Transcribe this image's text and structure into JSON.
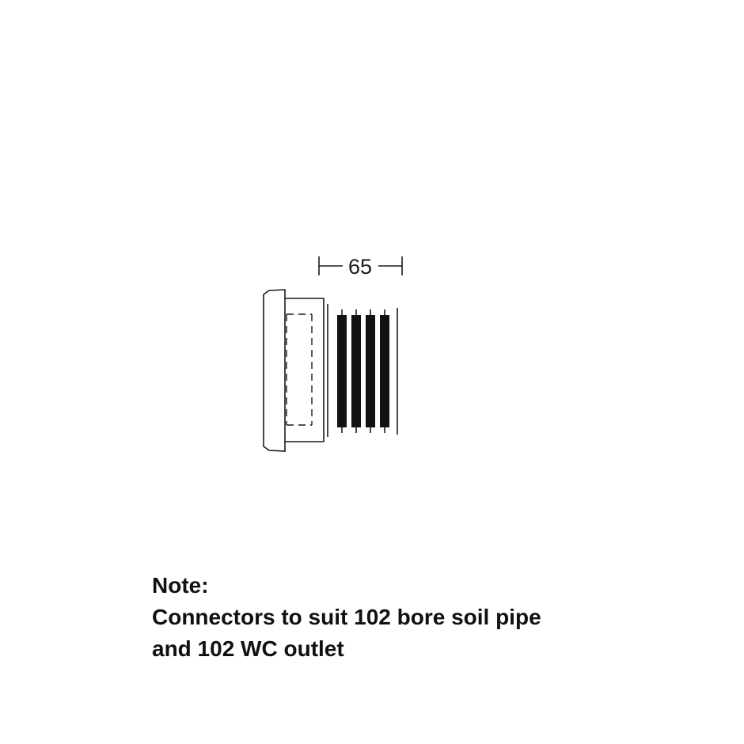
{
  "diagram": {
    "dimension_label": "65"
  },
  "note": {
    "title": "Note:",
    "line1": "Connectors to suit 102 bore soil pipe",
    "line2": "and 102 WC outlet"
  }
}
